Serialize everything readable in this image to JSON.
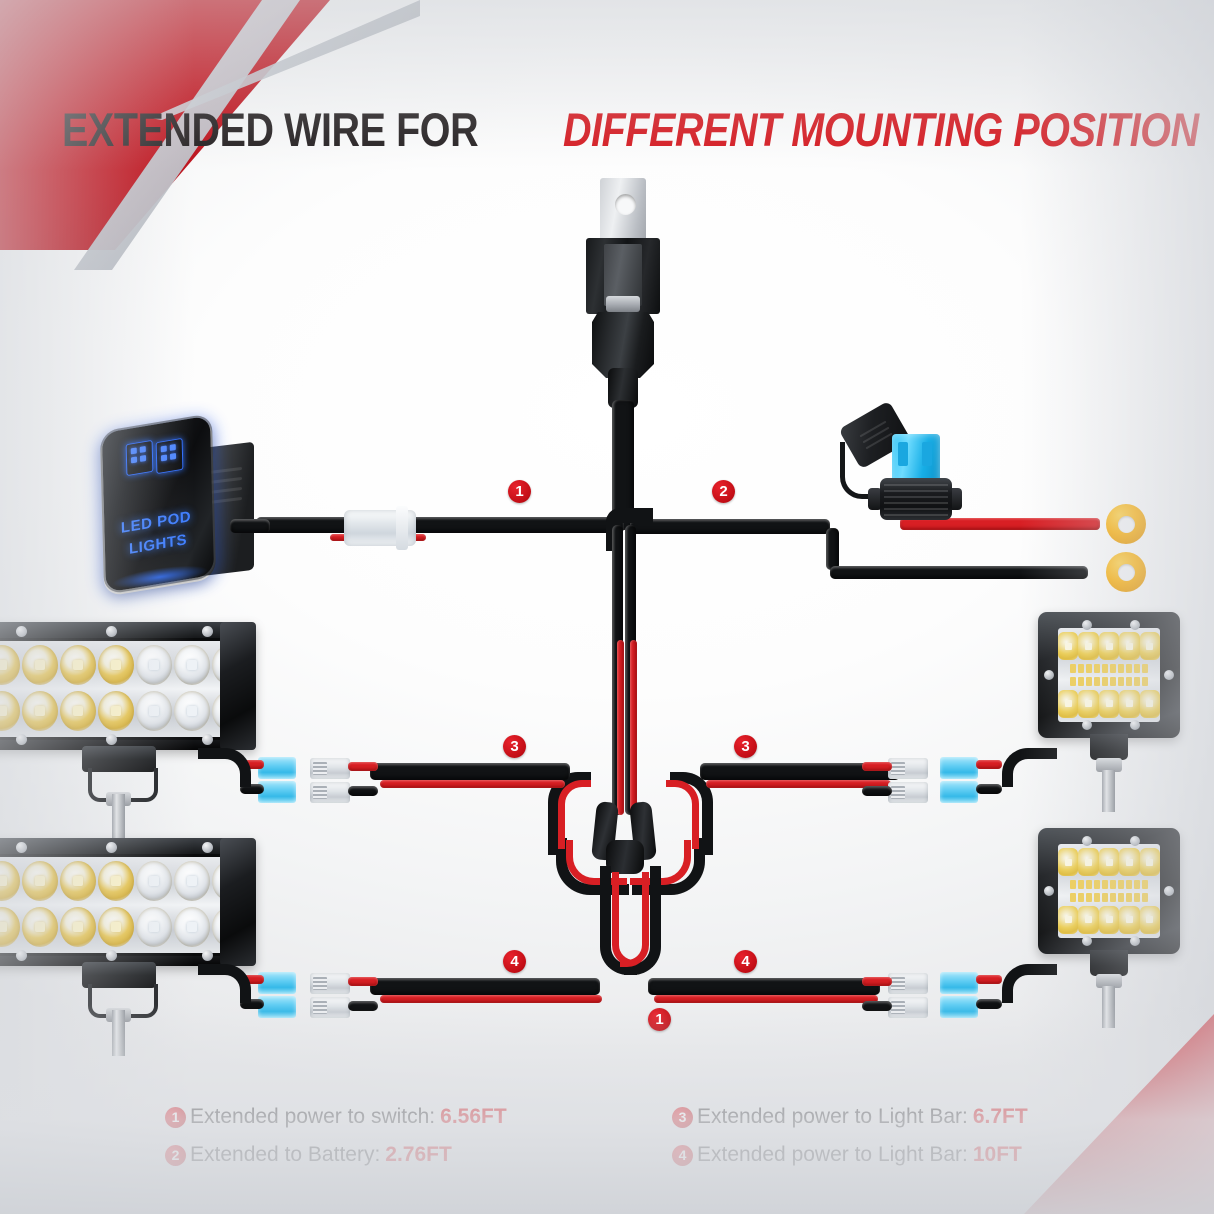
{
  "title": {
    "part1": "EXTENDED WIRE FOR",
    "part2": "DIFFERENT MOUNTING POSITION"
  },
  "colors": {
    "brand_red": "#d3131b",
    "title_dark": "#241f20",
    "wire_black": "#111315",
    "wire_red": "#d81f24",
    "fuse_blue": "#2fc3f5",
    "ring_yellow": "#fcb415",
    "switch_blue": "#3d7dff"
  },
  "switch": {
    "label_line1": "LED POD",
    "label_line2": "LIGHTS"
  },
  "diagram_badges": [
    {
      "number": "1",
      "name": "badge-1-switch-branch"
    },
    {
      "number": "2",
      "name": "badge-2-battery-branch"
    },
    {
      "number": "3",
      "name": "badge-3-left-upper"
    },
    {
      "number": "3",
      "name": "badge-3-right-upper"
    },
    {
      "number": "4",
      "name": "badge-4-left-lower"
    },
    {
      "number": "4",
      "name": "badge-4-right-lower"
    },
    {
      "number": "1",
      "name": "badge-1-center-lower"
    }
  ],
  "legend": {
    "left": [
      {
        "number": "1",
        "text": "Extended power to switch:",
        "value": "6.56FT"
      },
      {
        "number": "2",
        "text": "Extended to Battery:",
        "value": "2.76FT"
      }
    ],
    "right": [
      {
        "number": "3",
        "text": "Extended power to Light Bar:",
        "value": "6.7FT"
      },
      {
        "number": "4",
        "text": "Extended power to Light Bar:",
        "value": "10FT"
      }
    ]
  },
  "components": {
    "relay": "relay",
    "rocker_switch": "rocker-switch",
    "fuse_holder": "inline-fuse-holder",
    "fuse_color": "blue-blade-fuse",
    "battery_terminals": "ring-terminals",
    "light_bar_top_left": "dual-row-led-light-bar",
    "light_bar_bottom_left": "dual-row-led-light-bar",
    "pod_top_right": "led-pod-light",
    "pod_bottom_right": "led-pod-light"
  }
}
